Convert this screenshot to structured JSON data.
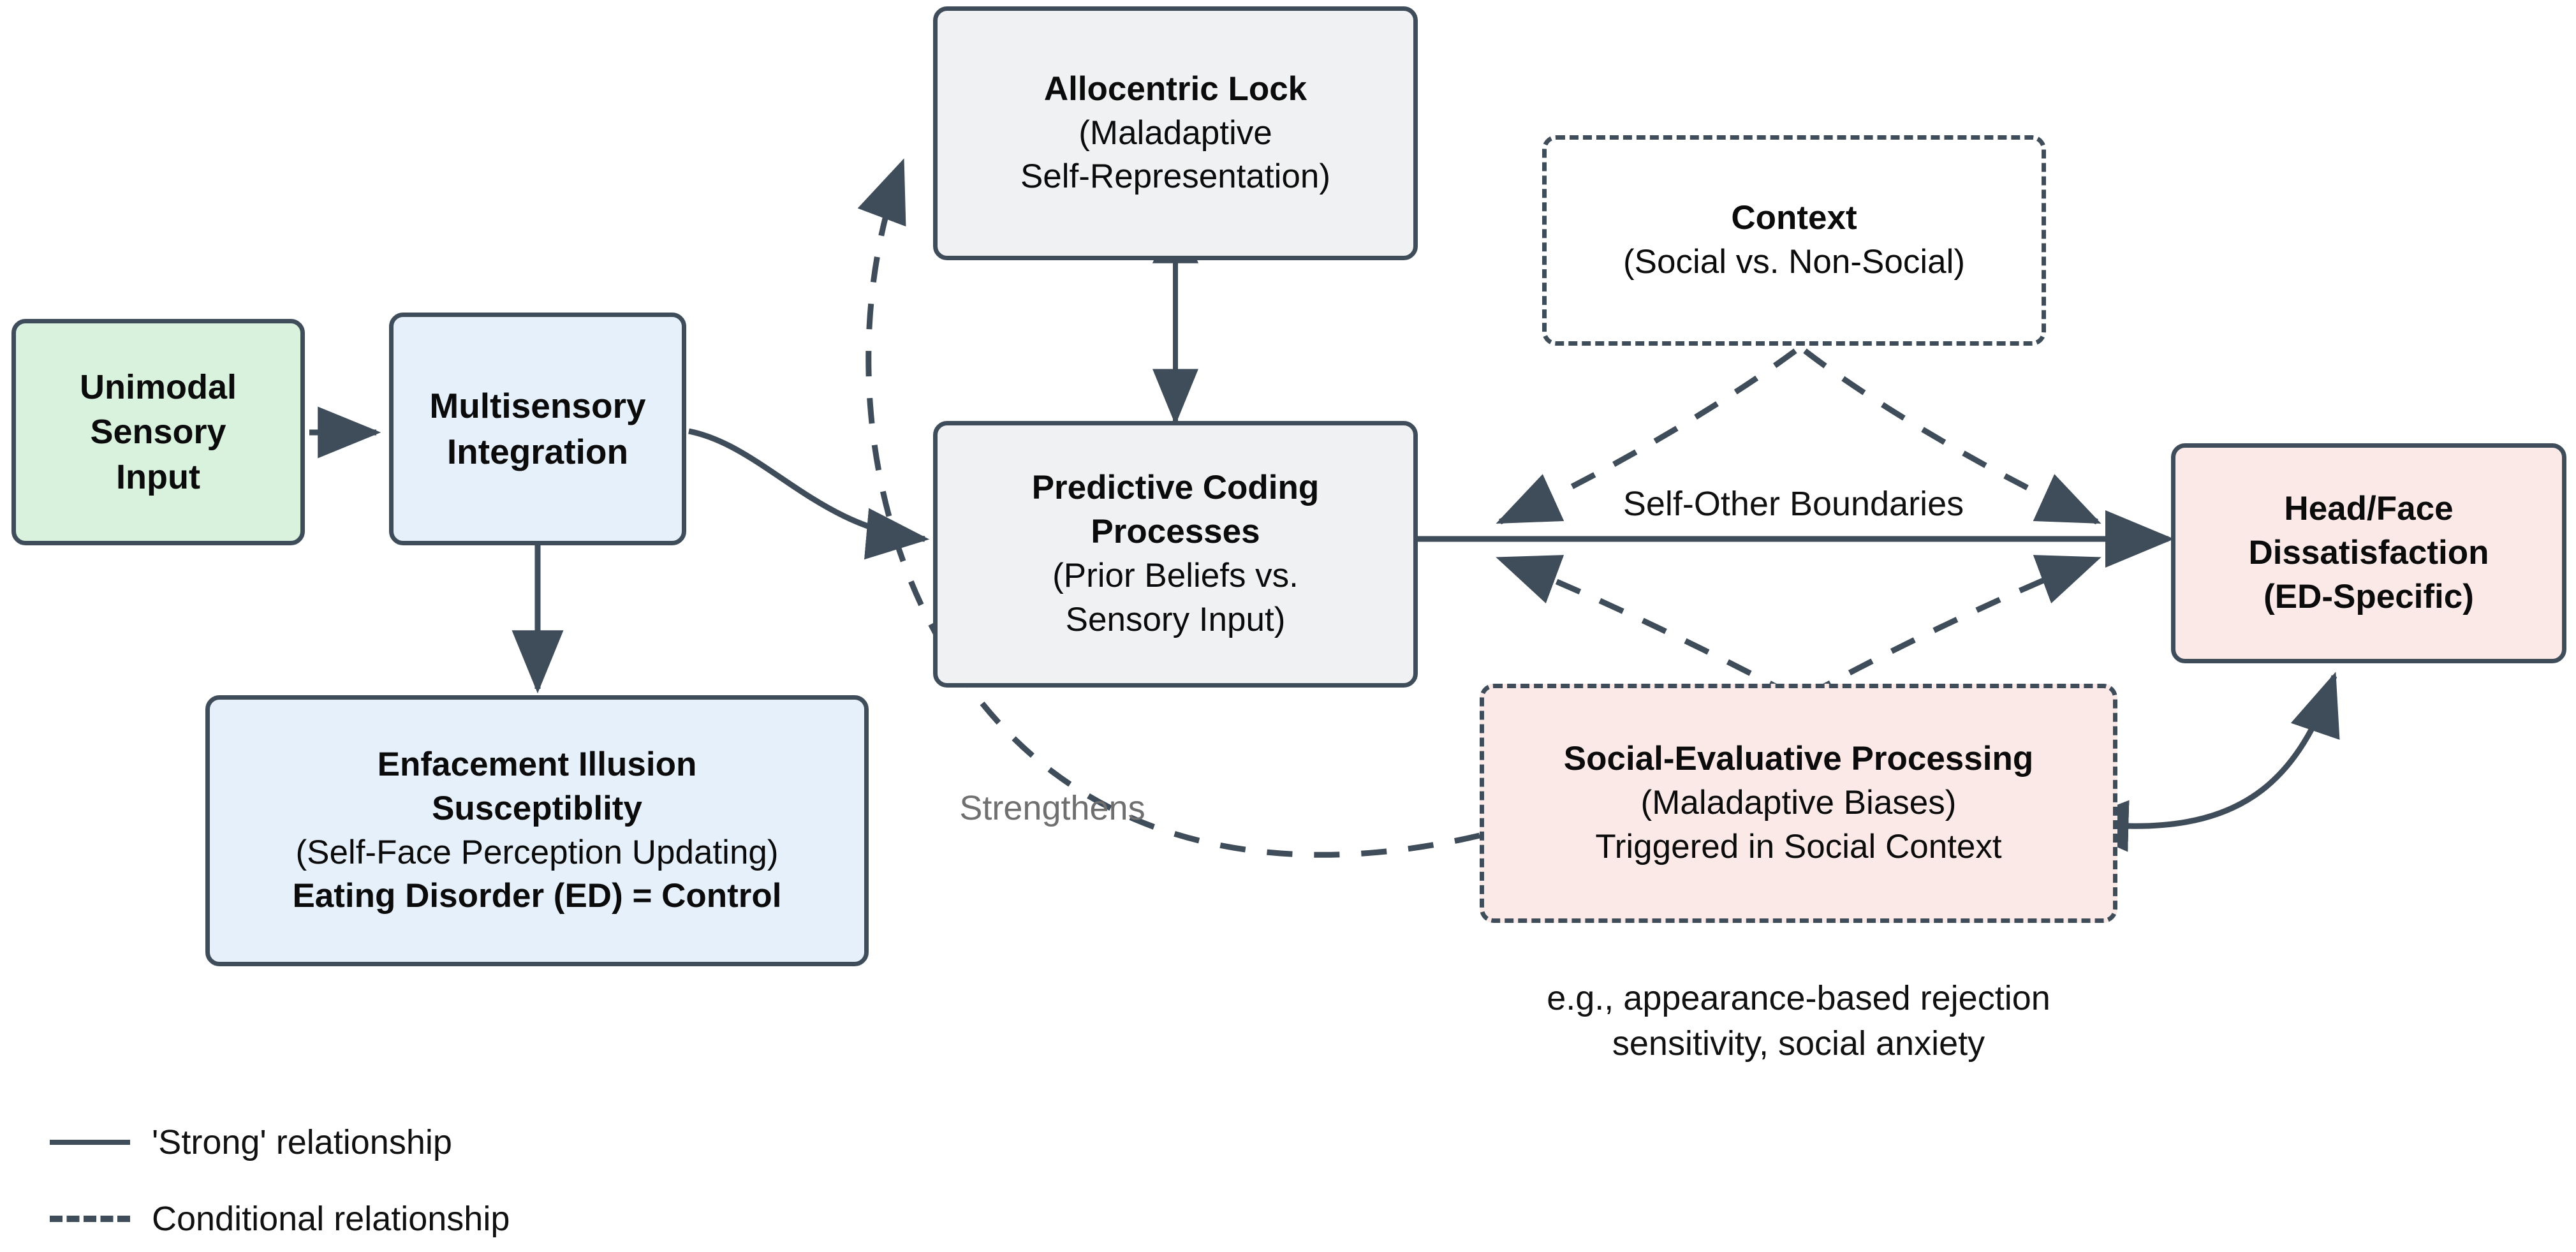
{
  "diagram": {
    "title": "Predictive coding model of self-face perception in eating disorders",
    "colors": {
      "stroke": "#3f4c5a",
      "green_fill": "#d8f2de",
      "blue_fill": "#e6f0fb",
      "grey_fill": "#f0f1f2",
      "pink_fill": "#fbe9e8",
      "muted_text": "#6f6f6f"
    }
  },
  "nodes": {
    "unimodal": {
      "lines": [
        "Unimodal",
        "Sensory",
        "Input"
      ],
      "bold": [
        true,
        true,
        true
      ]
    },
    "multisensory": {
      "lines": [
        "Multisensory",
        "Integration"
      ],
      "bold": [
        true,
        true
      ]
    },
    "allocentric": {
      "lines": [
        "Allocentric Lock",
        "(Maladaptive",
        "Self-Representation)"
      ],
      "bold": [
        true,
        false,
        false
      ]
    },
    "context": {
      "lines": [
        "Context",
        "(Social vs. Non-Social)"
      ],
      "bold": [
        true,
        false
      ]
    },
    "predictive": {
      "lines": [
        "Predictive Coding",
        "Processes",
        "(Prior Beliefs vs.",
        "Sensory Input)"
      ],
      "bold": [
        true,
        true,
        false,
        false
      ]
    },
    "enfacement": {
      "lines": [
        "Enfacement Illusion",
        "Susceptiblity",
        "(Self-Face Perception Updating)",
        "Eating Disorder (ED) = Control"
      ],
      "bold": [
        true,
        true,
        false,
        true
      ]
    },
    "social_eval": {
      "lines": [
        "Social-Evaluative Processing",
        "(Maladaptive Biases)",
        "Triggered in Social Context"
      ],
      "bold": [
        true,
        false,
        false
      ]
    },
    "headface": {
      "lines": [
        "Head/Face",
        "Dissatisfaction",
        "(ED-Specific)"
      ],
      "bold": [
        true,
        true,
        true
      ]
    }
  },
  "edge_labels": {
    "self_other": "Self-Other Boundaries",
    "strengthens": "Strengthens"
  },
  "annotations": {
    "examples_line1": "e.g., appearance-based rejection",
    "examples_line2": "sensitivity, social anxiety"
  },
  "legend": {
    "items": [
      {
        "style": "solid",
        "label": "'Strong' relationship"
      },
      {
        "style": "dashed",
        "label": "Conditional relationship"
      }
    ]
  }
}
